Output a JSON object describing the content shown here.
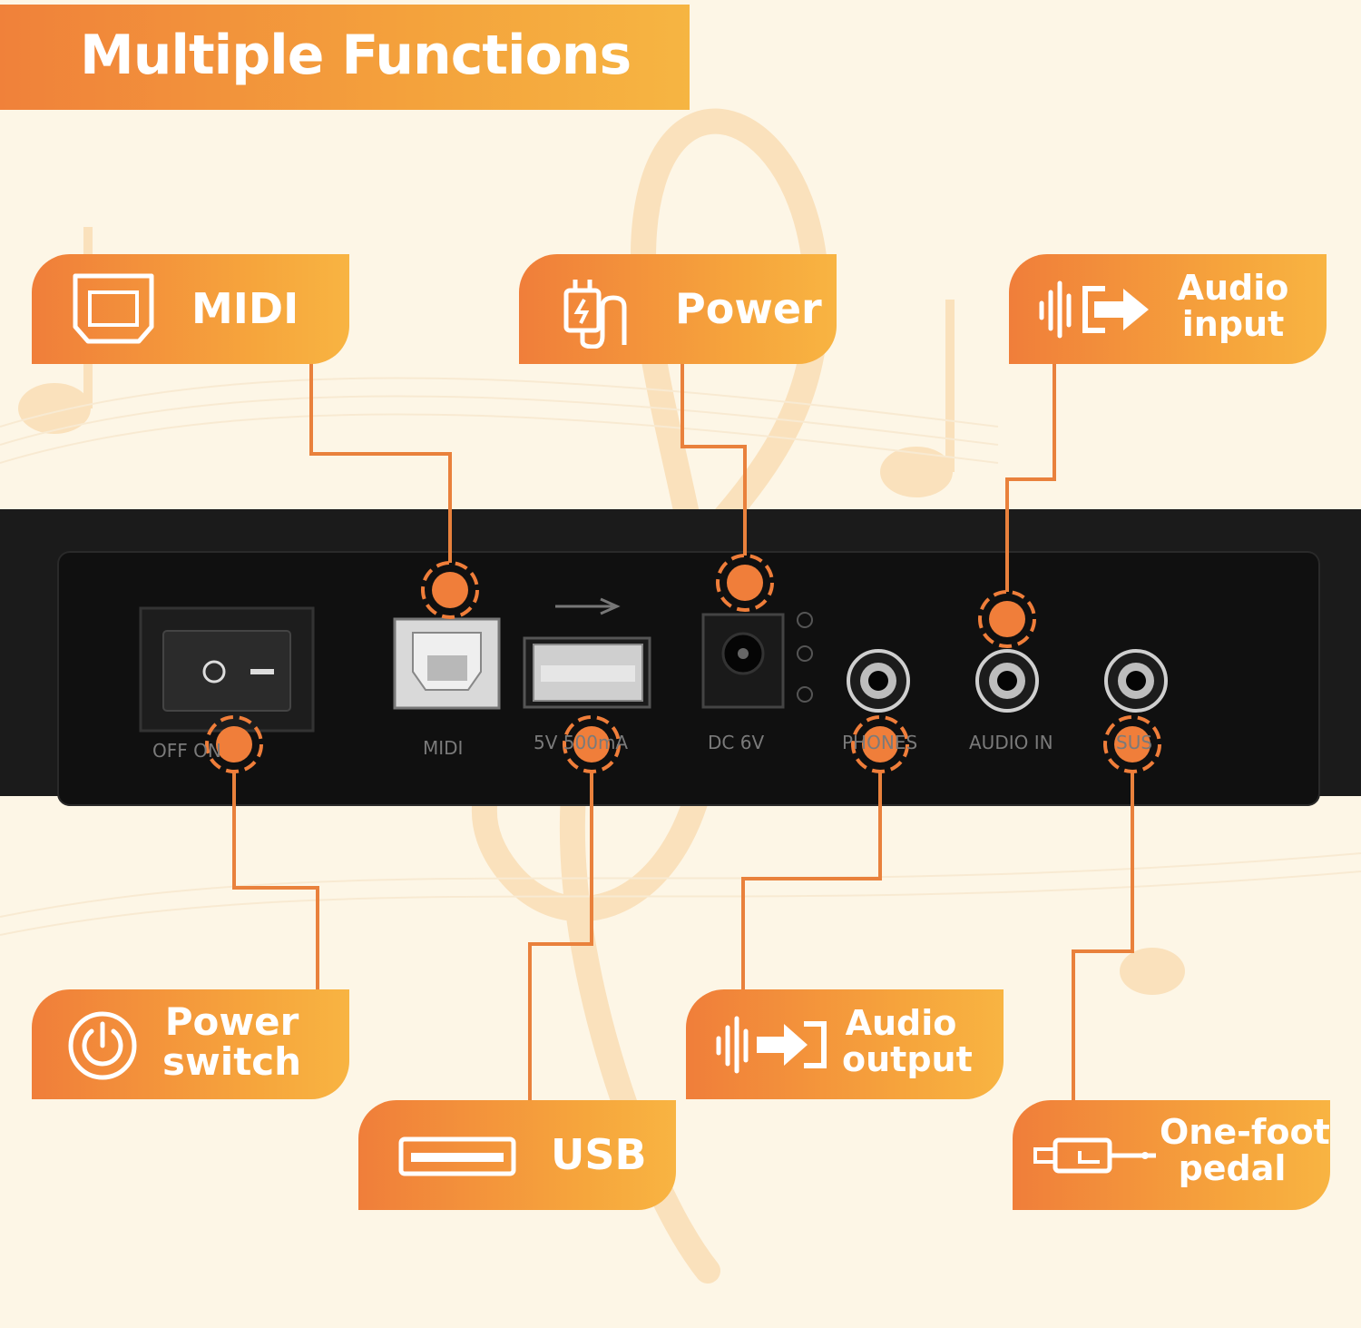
{
  "title": "Multiple Functions",
  "callouts": {
    "midi": "MIDI",
    "power": "Power",
    "audio_input": [
      "Audio",
      "input"
    ],
    "power_switch": [
      "Power",
      "switch"
    ],
    "usb": "USB",
    "audio_output": [
      "Audio",
      "output"
    ],
    "pedal": [
      "One-foot",
      "pedal"
    ]
  },
  "panel_labels": {
    "off_on": "OFF ON",
    "midi": "MIDI",
    "usb": "5V 500mA",
    "dc": "DC 6V",
    "phones": "PHONES",
    "audio_in": "AUDIO IN",
    "sustain": "SUS"
  },
  "colors": {
    "accent": "#f07e3a",
    "accent_light": "#f6b542",
    "panel": "#101010"
  }
}
